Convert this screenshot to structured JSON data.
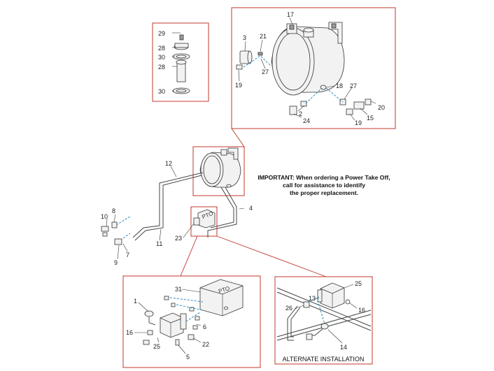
{
  "note": {
    "line1": "IMPORTANT: When ordering a Power Take Off,",
    "line2": "call for assistance to identify",
    "line3": "the proper replacement."
  },
  "callouts": {
    "c29": "29",
    "c28a": "28",
    "c30a": "30",
    "c28b": "28",
    "c30b": "30",
    "c17": "17",
    "c3": "3",
    "c21": "21",
    "c27a": "27",
    "c19a": "19",
    "c18": "18",
    "c27b": "27",
    "c20": "20",
    "c2": "2",
    "c15": "15",
    "c24": "24",
    "c19b": "19",
    "c12": "12",
    "c4": "4",
    "c10": "10",
    "c8": "8",
    "c7": "7",
    "c9": "9",
    "c11": "11",
    "c23": "23",
    "c31": "31",
    "c1": "1",
    "c6": "6",
    "c16a": "16",
    "c25a": "25",
    "c22": "22",
    "c5": "5",
    "c25b": "25",
    "c13": "13",
    "c26": "26",
    "c16b": "16",
    "c14": "14"
  },
  "pto_label_main": "PTO",
  "pto_label_small": "PTO",
  "alternate_label": "ALTERNATE INSTALLATION",
  "colors": {
    "frame": "#c0392b",
    "hose": "#2e8bc0"
  }
}
